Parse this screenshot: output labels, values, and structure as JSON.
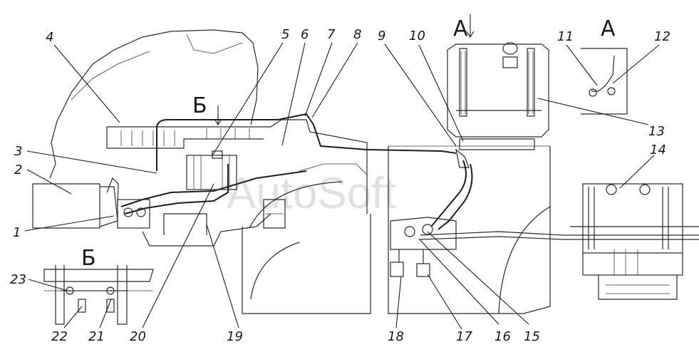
{
  "watermark": "AutoSoft",
  "view_labels": {
    "a_main": "А",
    "a_detail": "А",
    "b_main": "Б",
    "b_detail": "Б"
  },
  "callouts": [
    {
      "id": "c1",
      "text": "1"
    },
    {
      "id": "c2",
      "text": "2"
    },
    {
      "id": "c3",
      "text": "3"
    },
    {
      "id": "c4",
      "text": "4"
    },
    {
      "id": "c5",
      "text": "5"
    },
    {
      "id": "c6",
      "text": "6"
    },
    {
      "id": "c7",
      "text": "7"
    },
    {
      "id": "c8",
      "text": "8"
    },
    {
      "id": "c9",
      "text": "9"
    },
    {
      "id": "c10",
      "text": "10"
    },
    {
      "id": "c11",
      "text": "11"
    },
    {
      "id": "c12",
      "text": "12"
    },
    {
      "id": "c13",
      "text": "13"
    },
    {
      "id": "c14",
      "text": "14"
    },
    {
      "id": "c15",
      "text": "15"
    },
    {
      "id": "c16",
      "text": "16"
    },
    {
      "id": "c17",
      "text": "17"
    },
    {
      "id": "c18",
      "text": "18"
    },
    {
      "id": "c19",
      "text": "19"
    },
    {
      "id": "c20",
      "text": "20"
    },
    {
      "id": "c21",
      "text": "21"
    },
    {
      "id": "c22",
      "text": "22"
    },
    {
      "id": "c23",
      "text": "23"
    }
  ]
}
